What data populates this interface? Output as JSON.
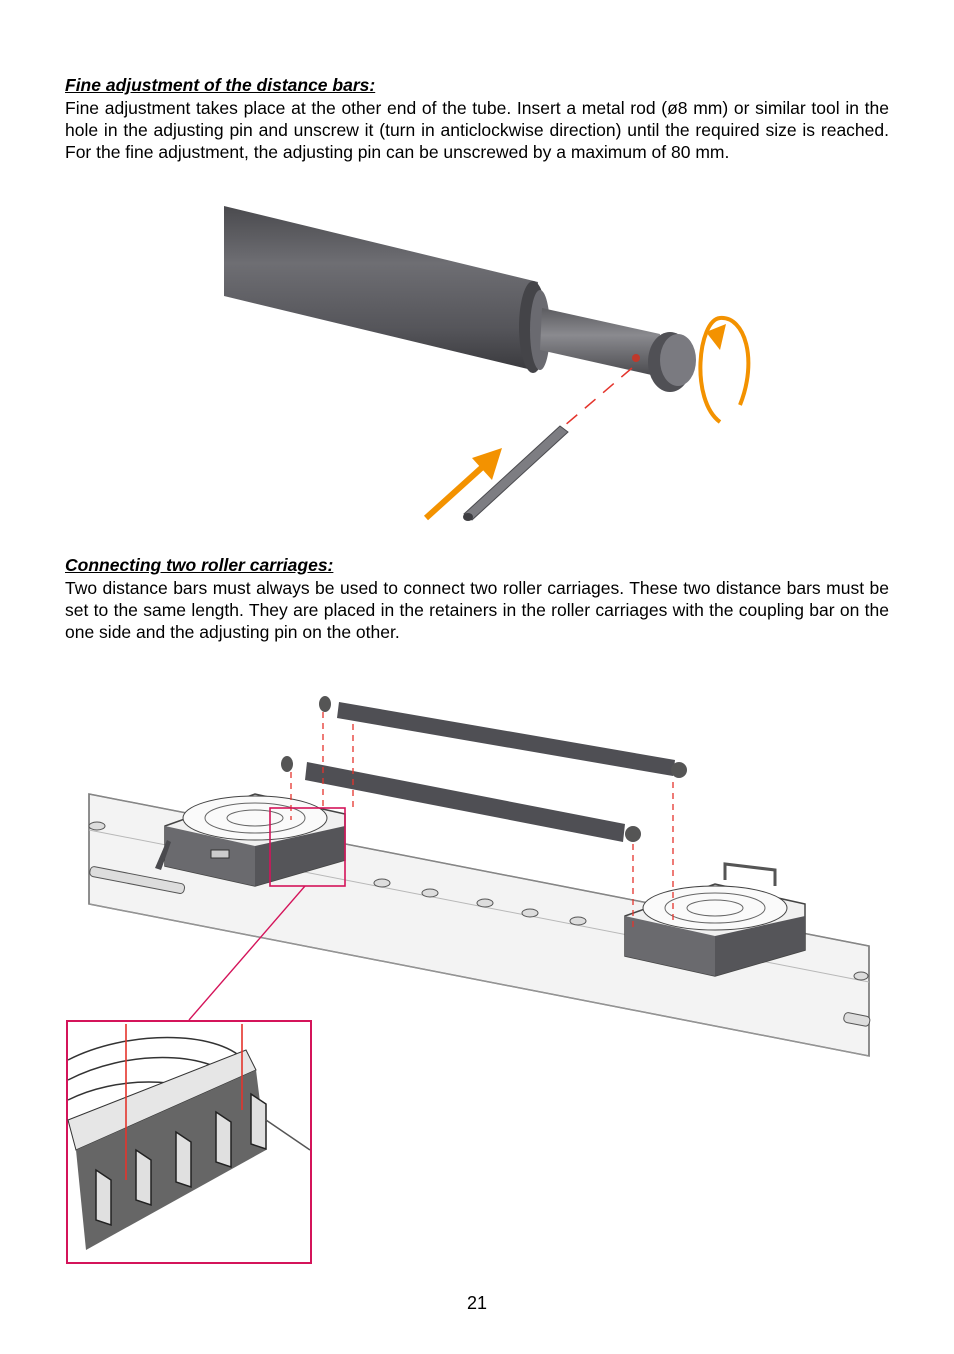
{
  "section1": {
    "heading": "Fine adjustment of the distance bars:",
    "text": "Fine adjustment takes place at the other end of the tube. Insert a metal rod (ø8 mm) or similar tool in the hole in the adjusting pin and unscrew it (turn in anticlockwise direction) until the required size is reached. For the fine adjustment, the adjusting pin can be unscrewed by a maximum of 80 mm."
  },
  "section2": {
    "heading": "Connecting two roller carriages:",
    "text": "Two distance bars must always be used to connect two roller carriages. These two distance bars must be set to the same length. They are placed in the retainers in the roller carriages with the coupling bar on the one side and the adjusting pin on the other."
  },
  "page_number": "21",
  "colors": {
    "arrow_orange": "#f39200",
    "dash_red": "#e4342c",
    "highlight_magenta": "#d4145a",
    "metal_dark": "#5a5a5e"
  }
}
